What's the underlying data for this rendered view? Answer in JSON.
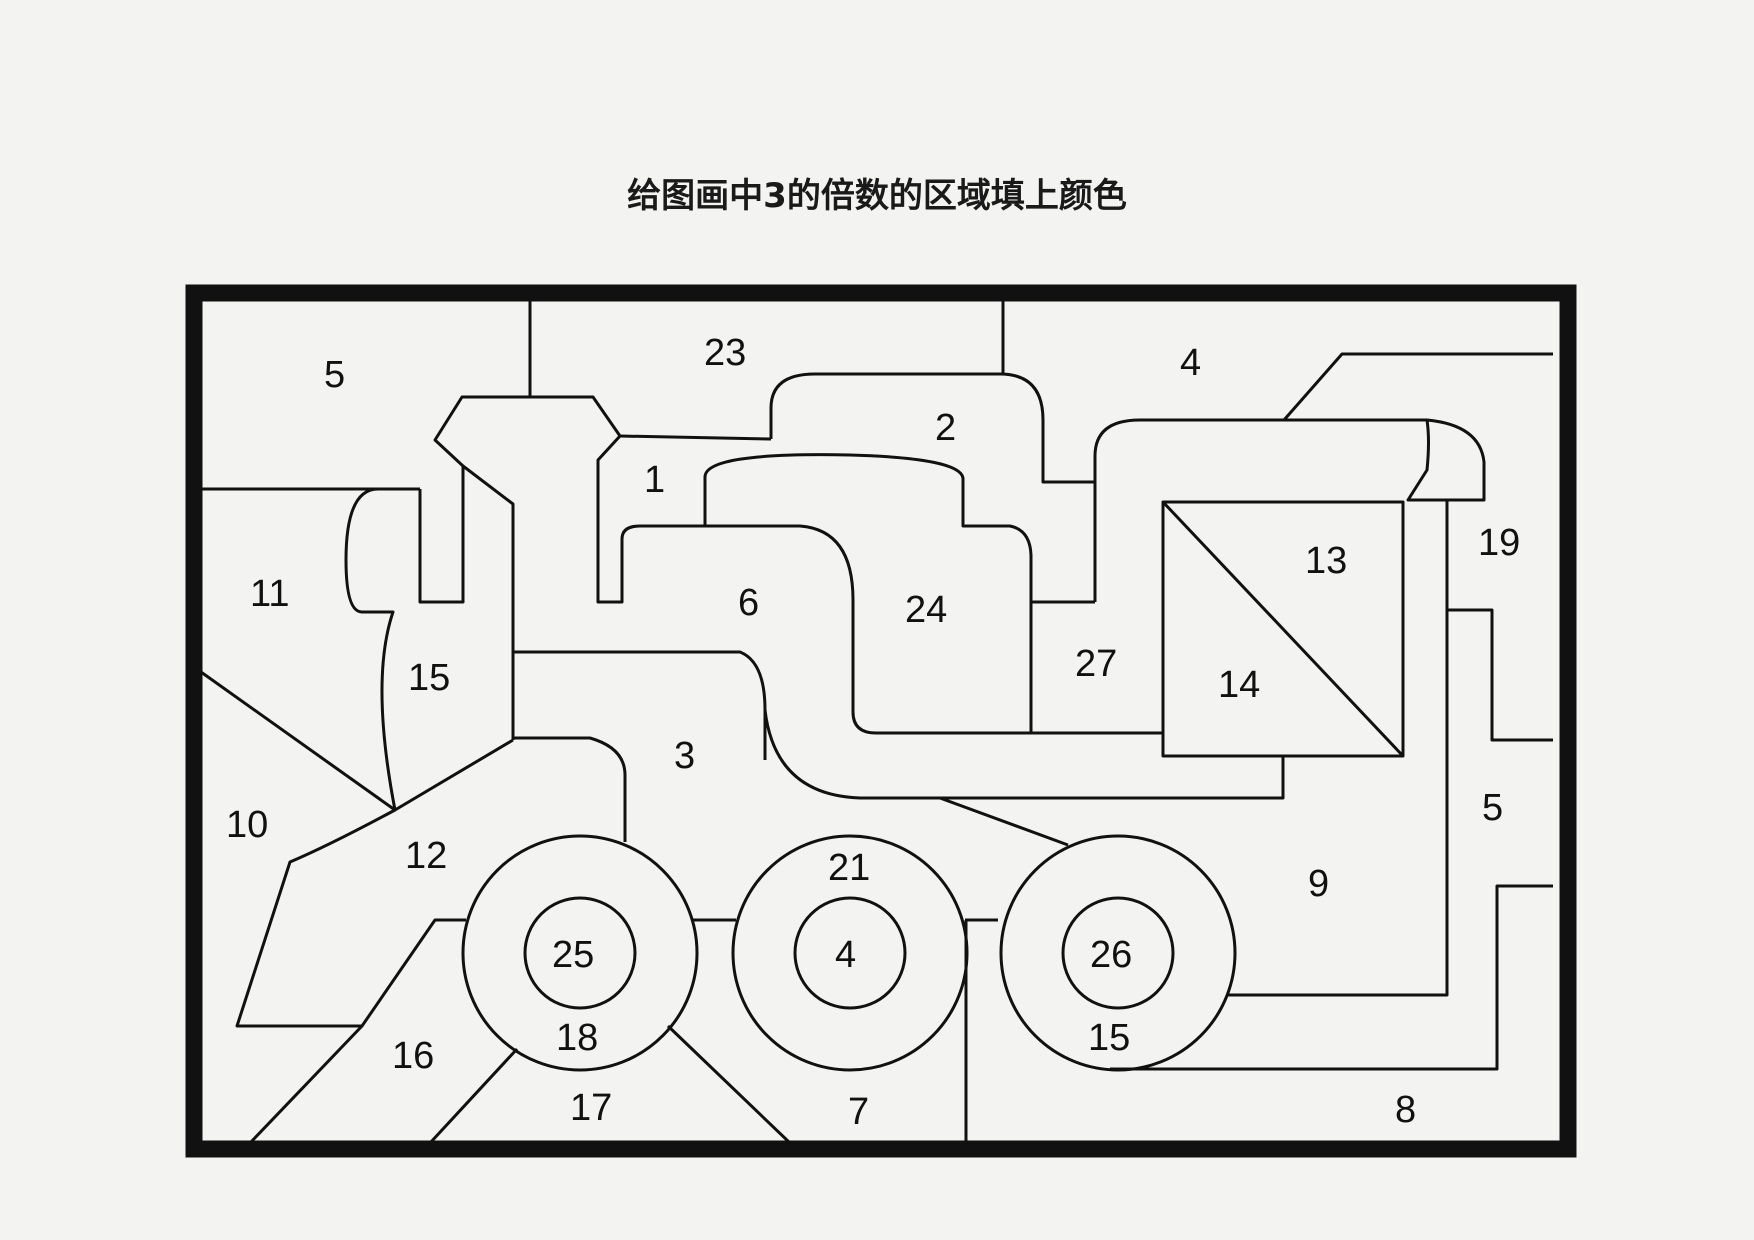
{
  "title": "给图画中3的倍数的区域填上颜色",
  "regions": [
    {
      "label": "5"
    },
    {
      "label": "23"
    },
    {
      "label": "4"
    },
    {
      "label": "2"
    },
    {
      "label": "1"
    },
    {
      "label": "19"
    },
    {
      "label": "13"
    },
    {
      "label": "11"
    },
    {
      "label": "6"
    },
    {
      "label": "24"
    },
    {
      "label": "27"
    },
    {
      "label": "15"
    },
    {
      "label": "14"
    },
    {
      "label": "3"
    },
    {
      "label": "5"
    },
    {
      "label": "10"
    },
    {
      "label": "12"
    },
    {
      "label": "21"
    },
    {
      "label": "9"
    },
    {
      "label": "25"
    },
    {
      "label": "4"
    },
    {
      "label": "26"
    },
    {
      "label": "18"
    },
    {
      "label": "15"
    },
    {
      "label": "16"
    },
    {
      "label": "17"
    },
    {
      "label": "7"
    },
    {
      "label": "8"
    }
  ]
}
